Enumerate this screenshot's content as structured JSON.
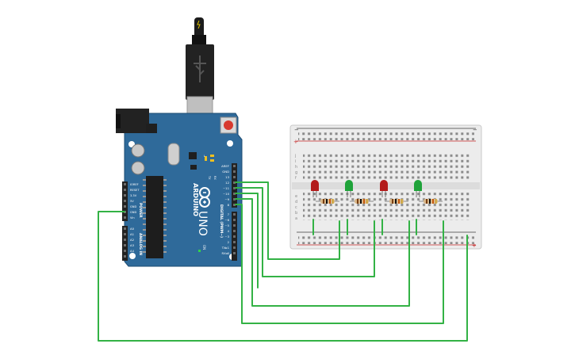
{
  "board": {
    "brand": "ARDUINO",
    "model": "UNO",
    "power_header_title": "POWER",
    "analog_header_title": "ANALOG IN",
    "digital_header_title": "DIGITAL (PWM~)",
    "on_label": "ON",
    "tx_label": "TX",
    "rx_label": "RX",
    "l_label": "L",
    "power_pins": [
      "IOREF",
      "RESET",
      "3.3V",
      "5V",
      "GND",
      "GND",
      "Vin"
    ],
    "analog_pins": [
      "A0",
      "A1",
      "A2",
      "A3",
      "A4",
      "A5"
    ],
    "digital_pins_top": [
      "AREF",
      "GND",
      "13",
      "12",
      "~11",
      "~10",
      "~9",
      "8"
    ],
    "digital_pins_bottom": [
      "7",
      "~6",
      "~5",
      "4",
      "~3",
      "2",
      "TX▸1",
      "RX◂0"
    ]
  },
  "breadboard": {
    "rail_minus": "−",
    "rail_plus": "+",
    "row_letters_top": [
      "j",
      "i",
      "h",
      "g",
      "f"
    ],
    "row_letters_bottom": [
      "e",
      "d",
      "c",
      "b",
      "a"
    ]
  },
  "components": {
    "leds": [
      {
        "color_name": "red",
        "color": "#b31b1b"
      },
      {
        "color_name": "green",
        "color": "#1fa33a"
      },
      {
        "color_name": "red",
        "color": "#b31b1b"
      },
      {
        "color_name": "green",
        "color": "#1fa33a"
      }
    ]
  },
  "colors": {
    "board": "#2f6a9a",
    "wire": "#33b245",
    "breadboard": "#ececec"
  }
}
